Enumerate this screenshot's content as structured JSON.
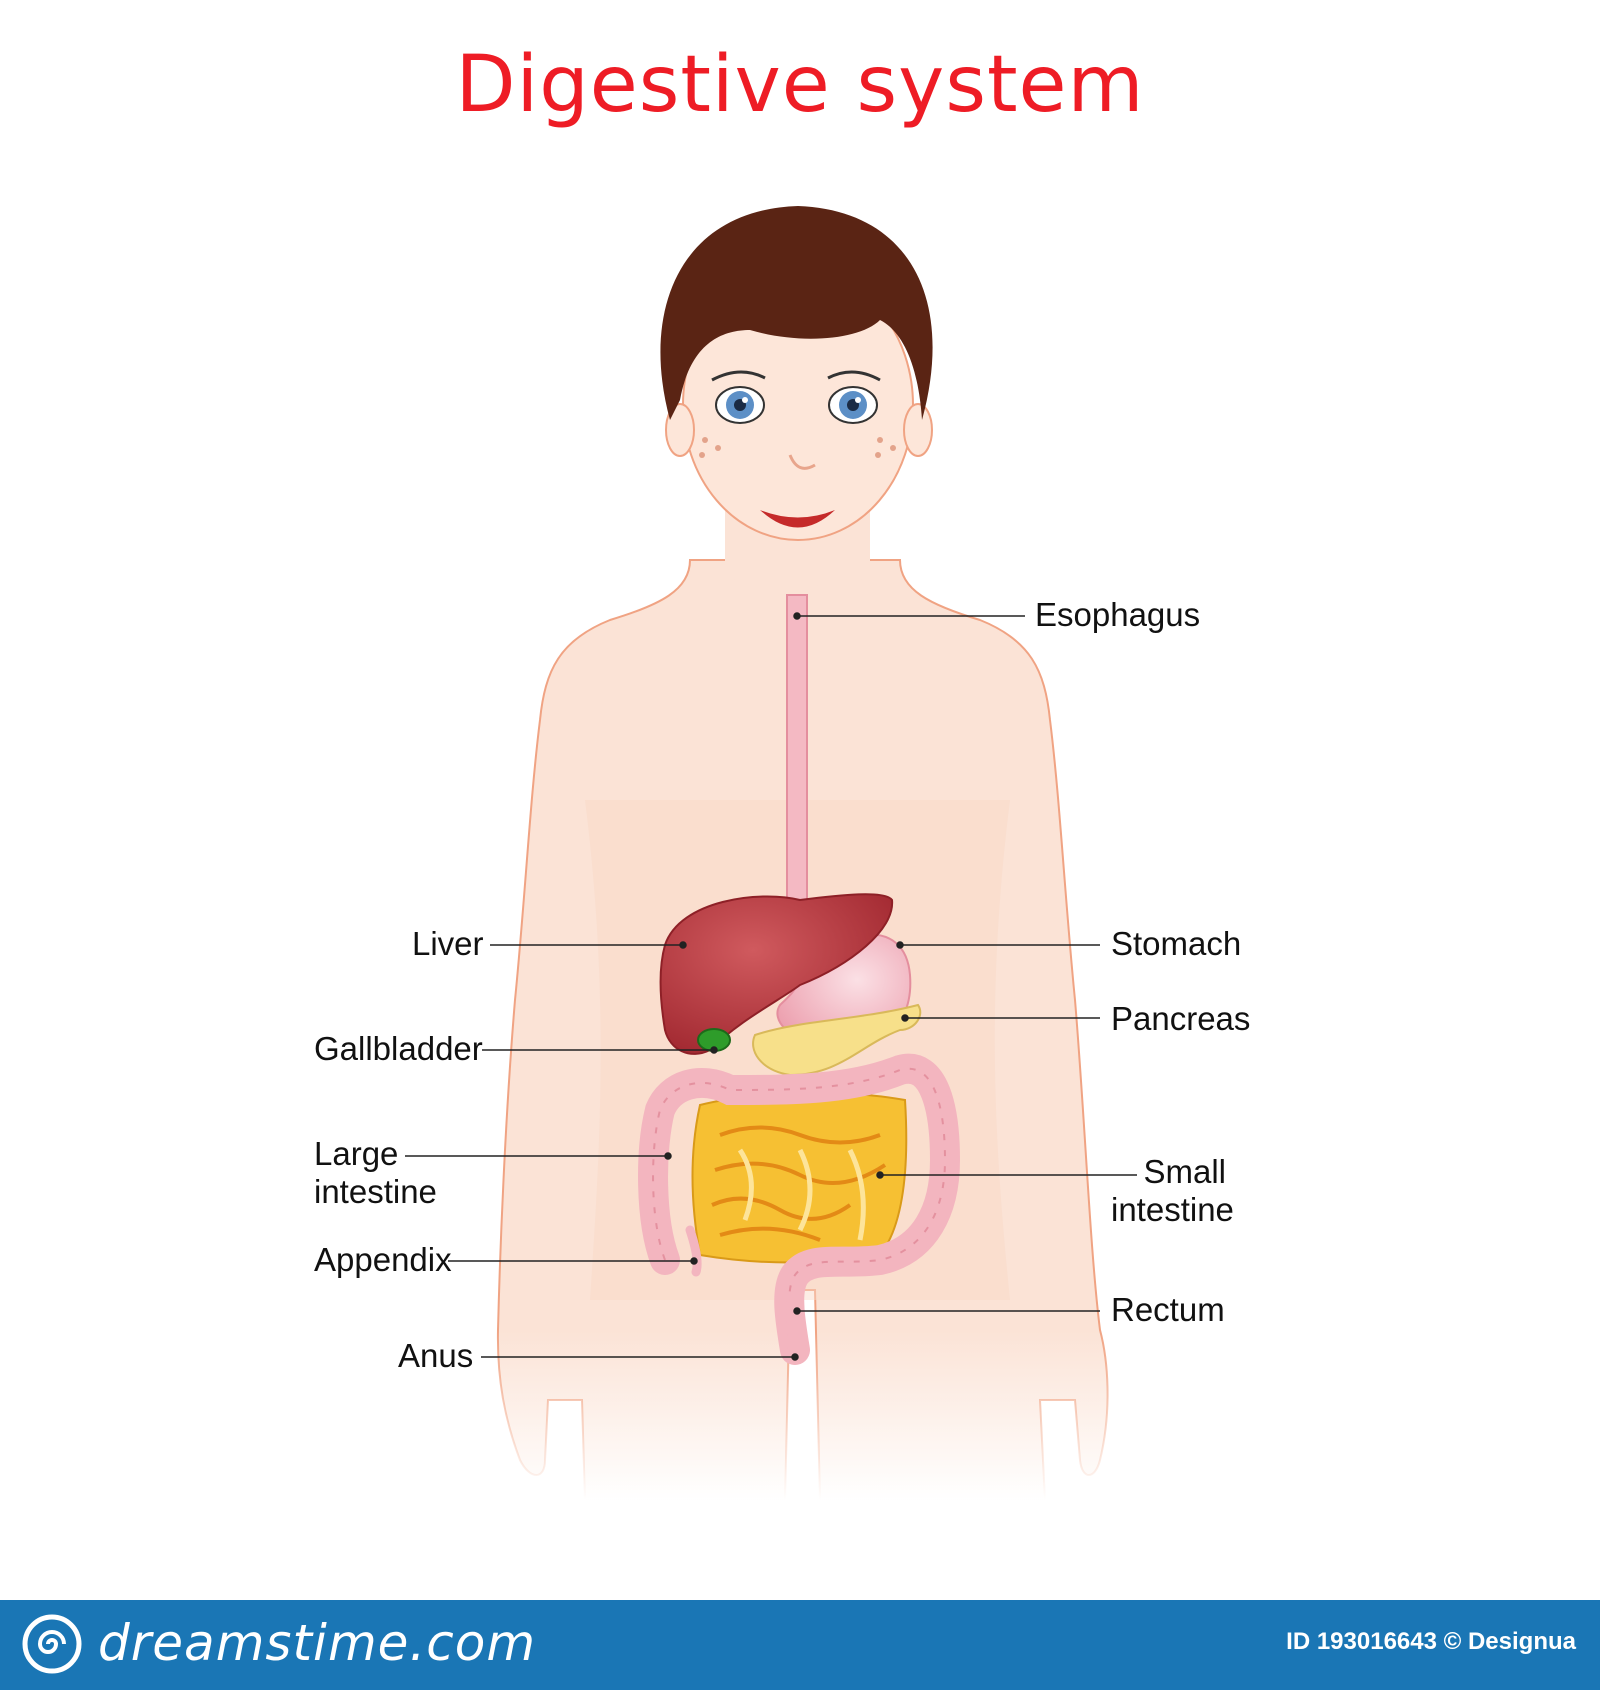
{
  "title": "Digestive system",
  "labels": {
    "esophagus": "Esophagus",
    "liver": "Liver",
    "stomach": "Stomach",
    "gallbladder": "Gallbladder",
    "pancreas": "Pancreas",
    "large_intestine": "Large\nintestine",
    "small_intestine": "Small\nintestine",
    "appendix": "Appendix",
    "rectum": "Rectum",
    "anus": "Anus"
  },
  "footer": {
    "brand": "dreamstime.com",
    "credit": "ID 193016643 © Designua",
    "logo_icon": "spiral-logo-icon"
  },
  "colors": {
    "title": "#ee1c25",
    "skin": "#fbe3d6",
    "outline": "#f0a383",
    "hair": "#5a2414",
    "liver": "#b8343c",
    "stomach": "#f4b9c3",
    "gallbladder": "#2e9c2a",
    "pancreas": "#f7e08a",
    "small_intestine": "#f6c033",
    "large_intestine": "#f3b5bf",
    "footer": "#1a76b5"
  }
}
